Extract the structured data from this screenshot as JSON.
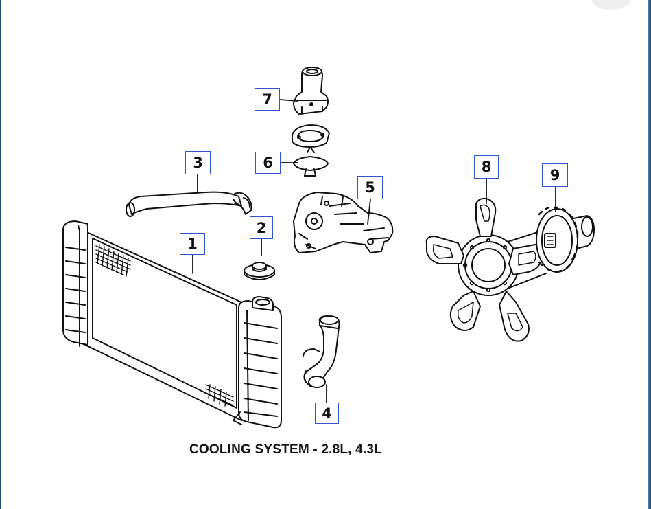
{
  "caption": "COOLING SYSTEM - 2.8L, 4.3L",
  "callouts": [
    {
      "id": "1",
      "label": "1"
    },
    {
      "id": "2",
      "label": "2"
    },
    {
      "id": "3",
      "label": "3"
    },
    {
      "id": "4",
      "label": "4"
    },
    {
      "id": "5",
      "label": "5"
    },
    {
      "id": "6",
      "label": "6"
    },
    {
      "id": "7",
      "label": "7"
    },
    {
      "id": "8",
      "label": "8"
    },
    {
      "id": "9",
      "label": "9"
    }
  ],
  "colors": {
    "callout_border": "#2f55d4",
    "line_art": "#111111",
    "window_edge": "#1d4a73"
  }
}
